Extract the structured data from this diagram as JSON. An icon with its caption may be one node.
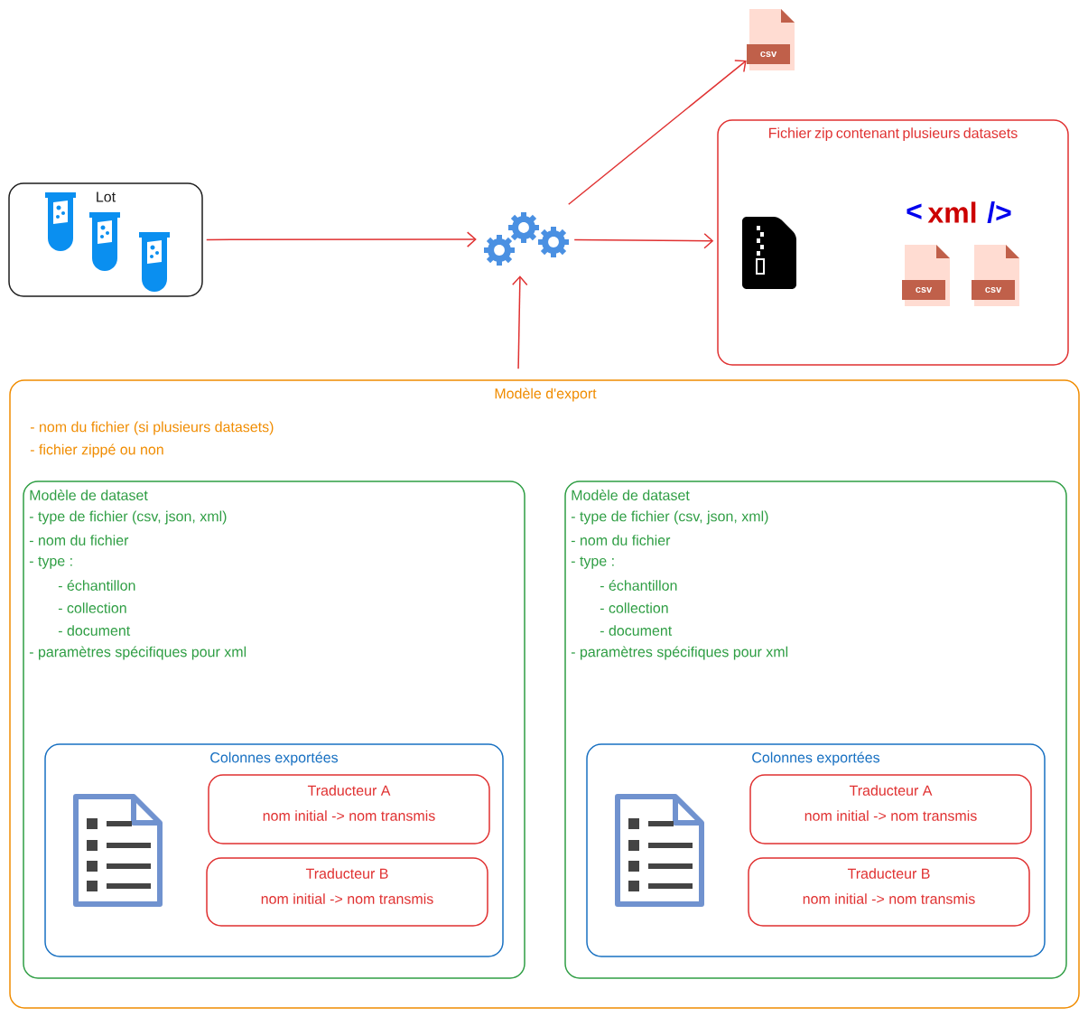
{
  "diagram": {
    "nodes": [
      {
        "text": [
          "Lot"
        ]
      },
      {
        "text": [],
        "shape": "gear"
      },
      {
        "text": [
          "csv"
        ]
      },
      {
        "text": [
          "Fichier zip contenant plusieurs datasets"
        ]
      },
      {
        "text": [
          "csv"
        ],
        "in": 3
      },
      {
        "text": [
          "csv"
        ],
        "in": 3
      },
      {
        "text": [
          "Modèle d'export",
          "- nom du fichier (si plusieurs datasets)",
          "- fichier zippé ou non"
        ]
      },
      {
        "text": [
          "Modèle de dataset",
          "- type de fichier (csv, json, xml)",
          "- nom du fichier",
          "- type :",
          "- échantillon",
          "- collection",
          "- document",
          "- paramètres spécifiques pour xml"
        ],
        "in": 6
      },
      {
        "text": [
          "Colonnes exportées"
        ],
        "in": 7
      },
      {
        "text": [
          "Traducteur A",
          "nom initial -> nom transmis"
        ],
        "in": 8
      },
      {
        "text": [
          "Traducteur B",
          "nom initial -> nom transmis"
        ],
        "in": 8
      },
      {
        "text": [
          "Modèle de dataset",
          "- type de fichier (csv, json, xml)",
          "- nom du fichier",
          "- type :",
          "- échantillon",
          "- collection",
          "- document",
          "- paramètres spécifiques pour xml"
        ],
        "in": 6
      },
      {
        "text": [
          "Colonnes exportées"
        ],
        "in": 11
      },
      {
        "text": [
          "Traducteur A",
          "nom initial -> nom transmis"
        ],
        "in": 12
      },
      {
        "text": [
          "Traducteur B",
          "nom initial -> nom transmis"
        ],
        "in": 12
      }
    ],
    "edges": [
      {
        "from": 0,
        "to": 1,
        "arrow": "to"
      },
      {
        "from": 1,
        "to": 2,
        "arrow": "to"
      },
      {
        "from": 1,
        "to": 3,
        "arrow": "to"
      },
      {
        "from": 6,
        "to": 1,
        "arrow": "to"
      }
    ],
    "labels": [
      "<",
      "xml",
      "/>"
    ]
  }
}
